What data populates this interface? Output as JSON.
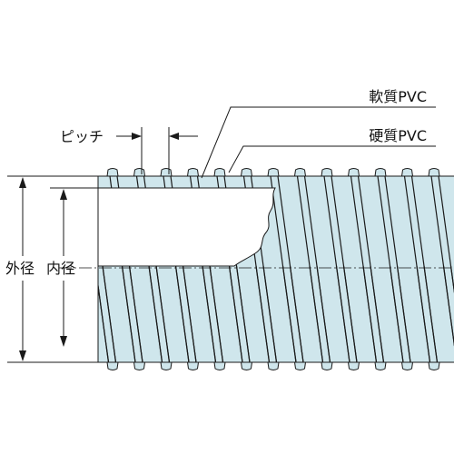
{
  "labels": {
    "soft_pvc": "軟質PVC",
    "hard_pvc": "硬質PVC",
    "pitch": "ピッチ",
    "outer_diameter": "外径",
    "inner_diameter": "内径"
  },
  "colors": {
    "hose_fill": "#cfe6ec",
    "line": "#1a1a1a",
    "background": "#ffffff"
  }
}
